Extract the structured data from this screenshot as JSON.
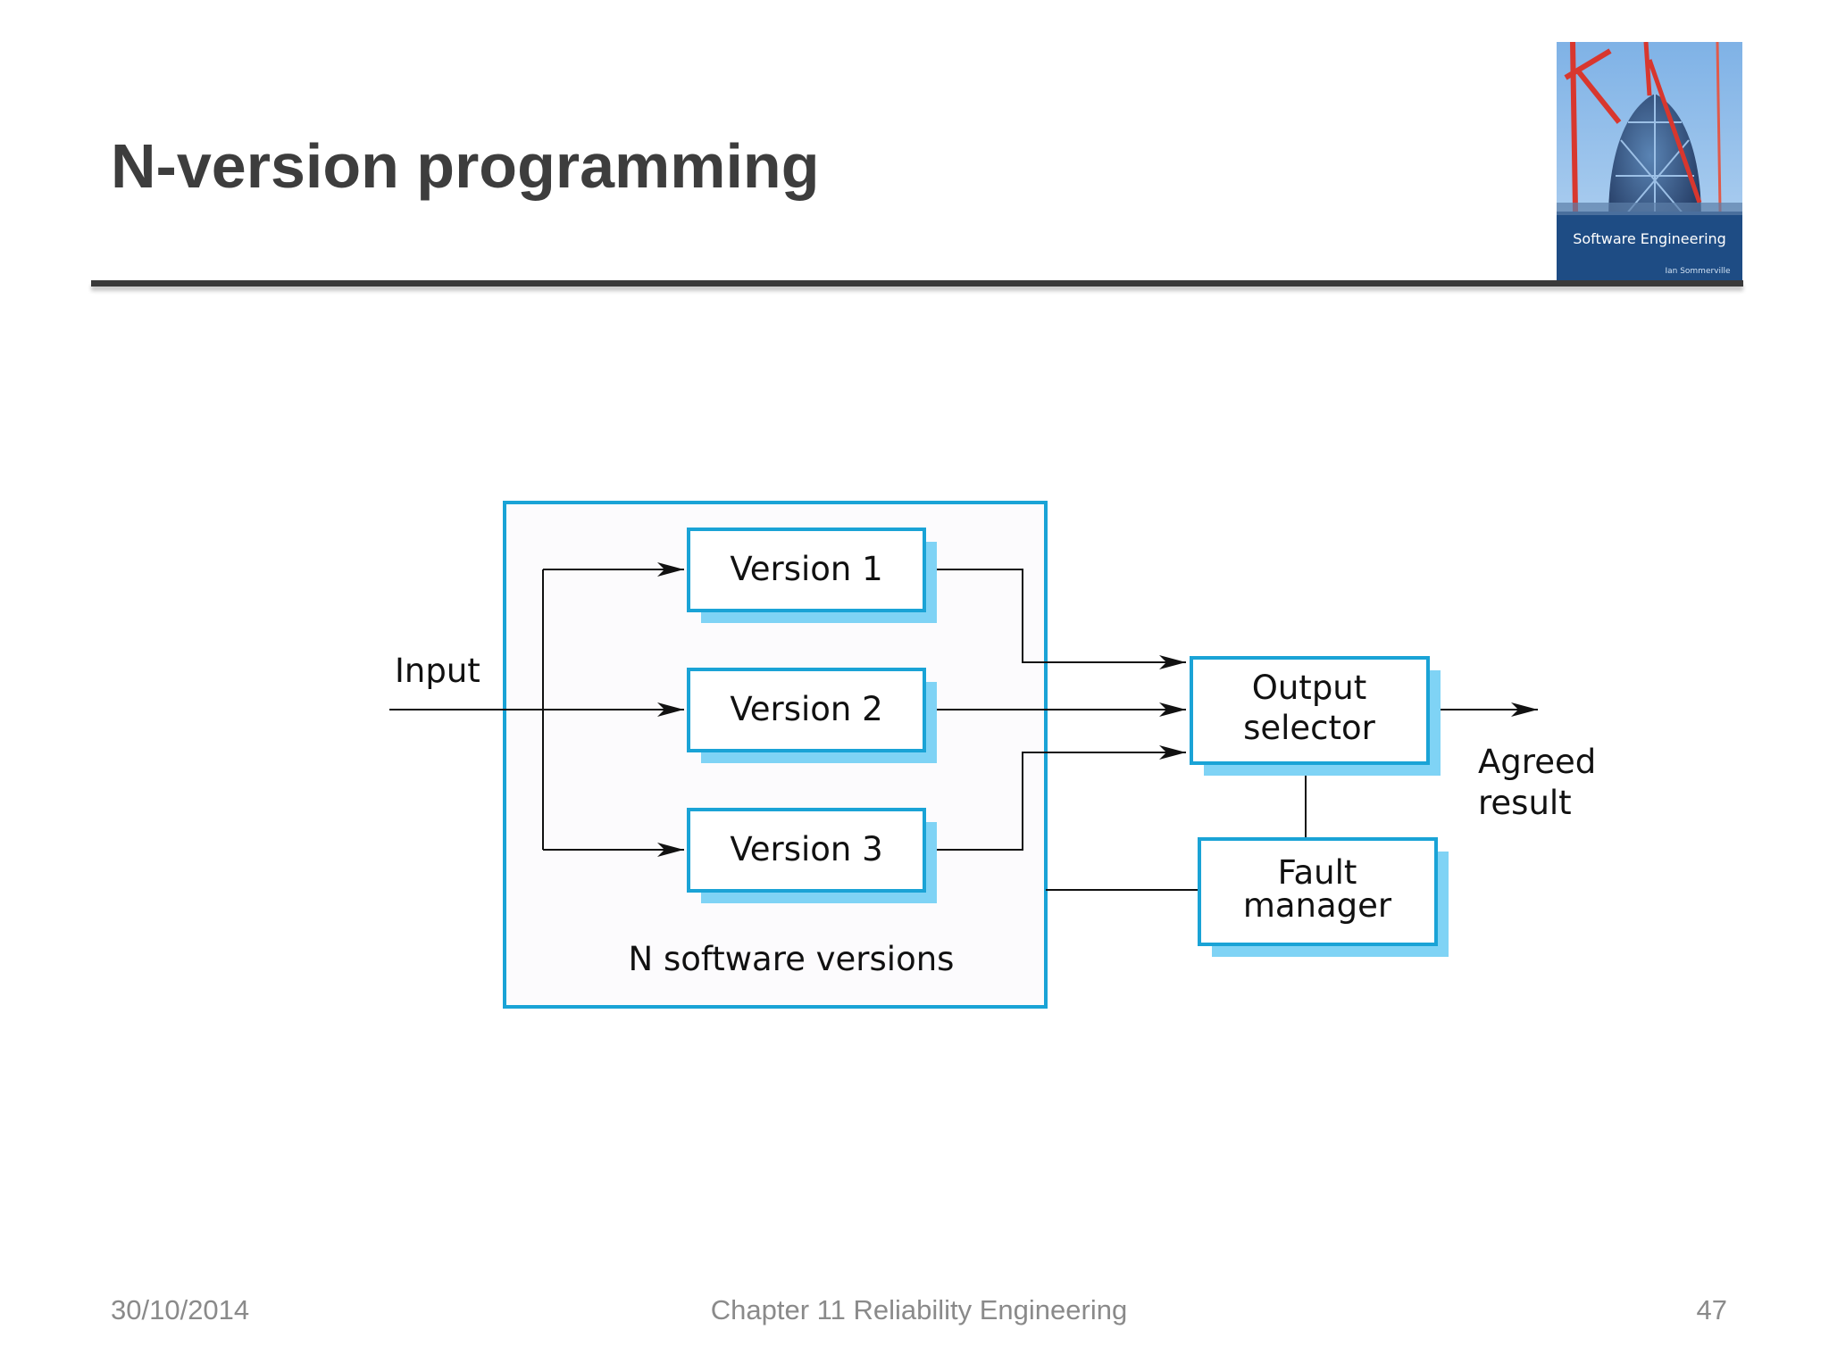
{
  "slide": {
    "title": "N-version programming"
  },
  "cover": {
    "icon": "book-cover-image",
    "title": "Software Engineering",
    "author": "Ian Sommerville"
  },
  "diagram": {
    "container_label": "N software versions",
    "input_label": "Input",
    "versions": [
      "Version 1",
      "Version 2",
      "Version 3"
    ],
    "output_selector": [
      "Output",
      "selector"
    ],
    "fault_manager": [
      "Fault",
      "manager"
    ],
    "result": [
      "Agreed",
      "result"
    ],
    "colors": {
      "box_stroke": "#1aa3d6",
      "box_shadow": "#7fd3f5",
      "container_fill": "#fcfbfd",
      "line": "#111111"
    }
  },
  "footer": {
    "date": "30/10/2014",
    "chapter": "Chapter 11 Reliability Engineering",
    "page": "47"
  }
}
